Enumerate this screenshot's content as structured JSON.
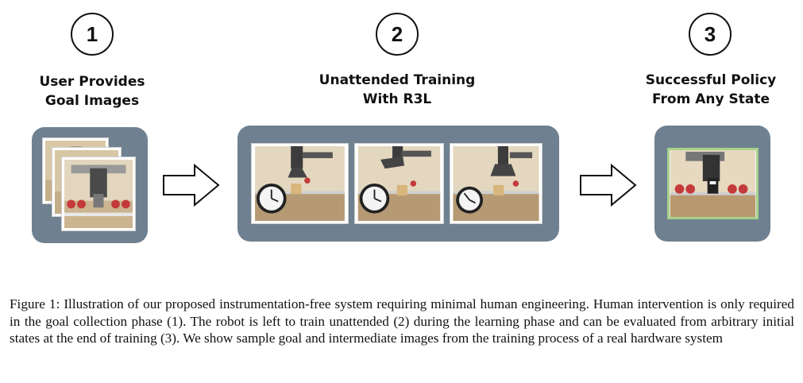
{
  "steps": [
    {
      "number": "1",
      "title": "User Provides\nGoal Images"
    },
    {
      "number": "2",
      "title": "Unattended Training\nWith R3L"
    },
    {
      "number": "3",
      "title": "Successful Policy\nFrom Any State"
    }
  ],
  "caption": {
    "label": "Figure 1:",
    "text": "Illustration of our proposed instrumentation-free system requiring minimal human engineering. Human intervention is only required in the goal collection phase (1). The robot is left to train unattended (2) during the learning phase and can be evaluated from arbitrary initial states at the end of training (3). We show sample goal and intermediate images from the training process of a real hardware system"
  },
  "colors": {
    "panel": "#6f8190",
    "success_border": "#a7d18b"
  }
}
